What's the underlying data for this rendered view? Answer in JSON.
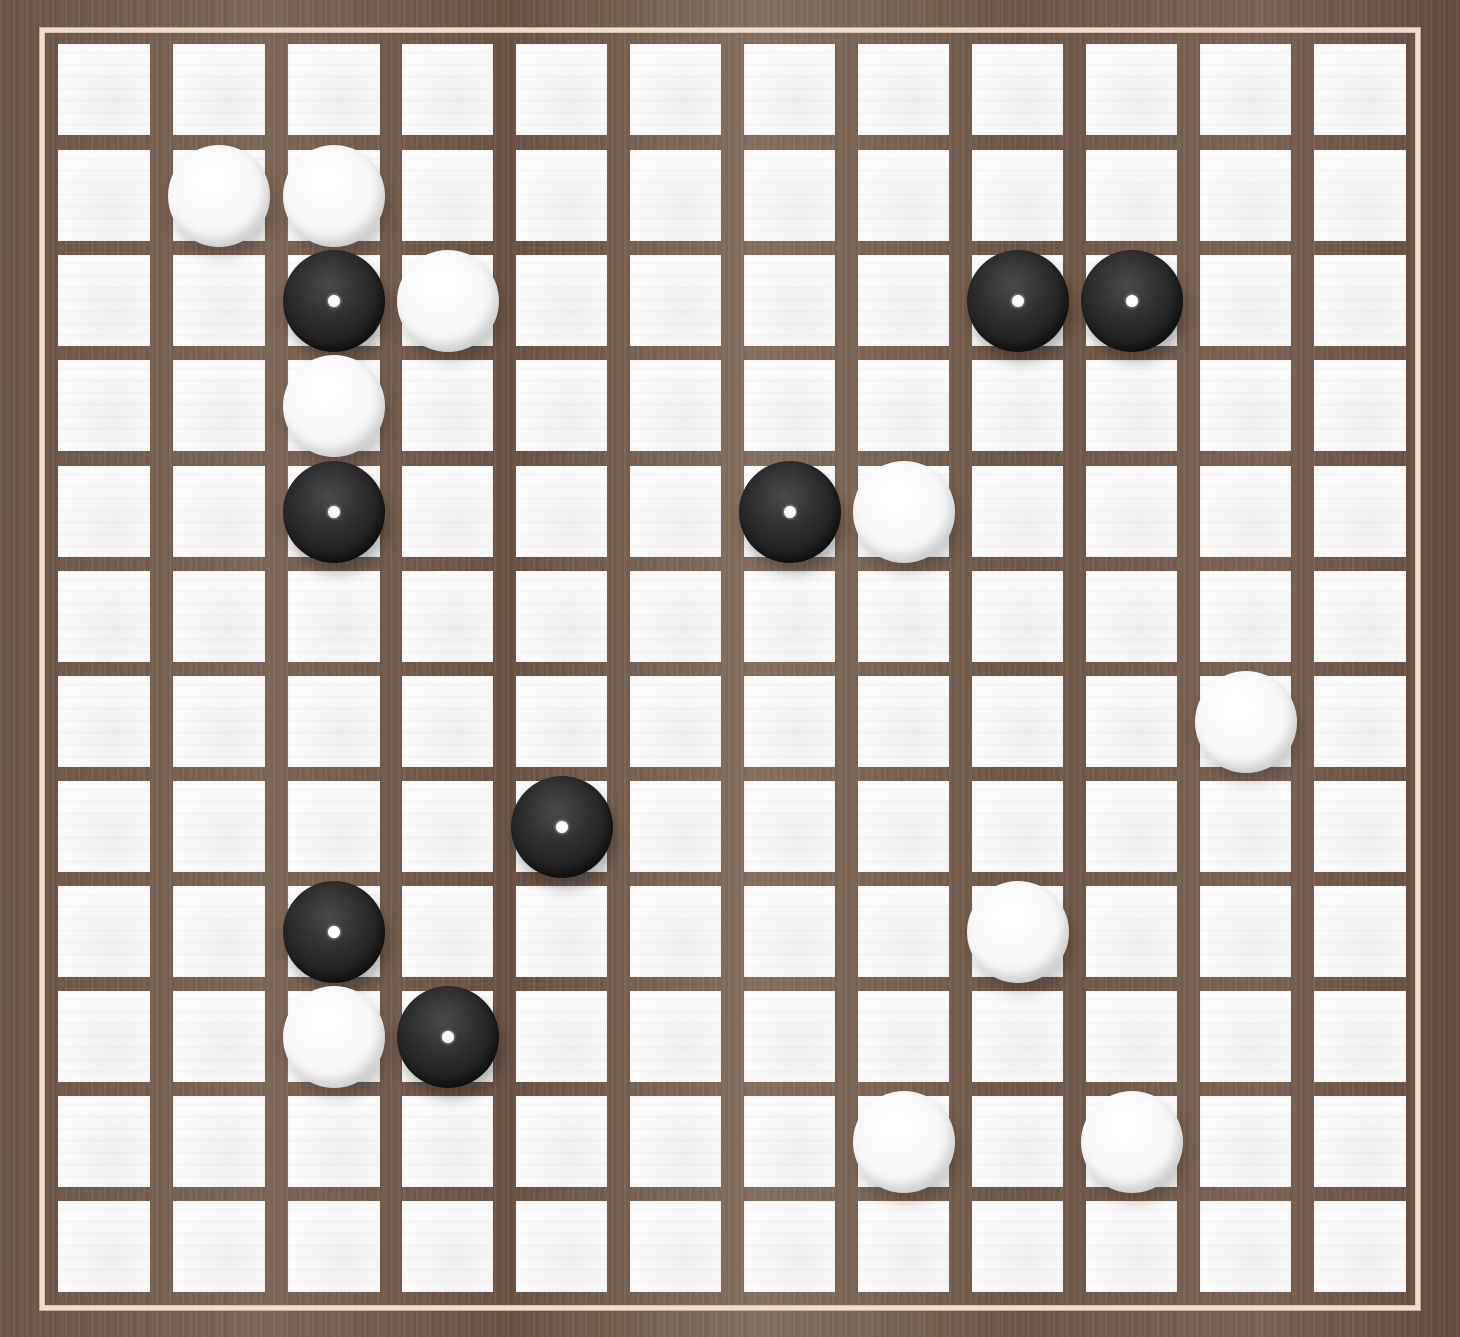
{
  "board": {
    "rows": 12,
    "cols": 12,
    "colors": {
      "wood": "#6b5545",
      "frame": "#f0ddcc",
      "cell": "#fafafa",
      "black_stone": "#2b2b2b",
      "white_stone": "#f7f7f7",
      "marker": "#ffffff"
    },
    "stones": [
      {
        "row": 1,
        "col": 1,
        "color": "white"
      },
      {
        "row": 1,
        "col": 2,
        "color": "white"
      },
      {
        "row": 2,
        "col": 2,
        "color": "black",
        "marked": true
      },
      {
        "row": 2,
        "col": 3,
        "color": "white"
      },
      {
        "row": 2,
        "col": 8,
        "color": "black",
        "marked": true
      },
      {
        "row": 2,
        "col": 9,
        "color": "black",
        "marked": true
      },
      {
        "row": 3,
        "col": 2,
        "color": "white"
      },
      {
        "row": 4,
        "col": 2,
        "color": "black",
        "marked": true
      },
      {
        "row": 4,
        "col": 6,
        "color": "black",
        "marked": true
      },
      {
        "row": 4,
        "col": 7,
        "color": "white"
      },
      {
        "row": 6,
        "col": 10,
        "color": "white"
      },
      {
        "row": 7,
        "col": 4,
        "color": "black",
        "marked": true
      },
      {
        "row": 8,
        "col": 2,
        "color": "black",
        "marked": true
      },
      {
        "row": 8,
        "col": 8,
        "color": "white"
      },
      {
        "row": 9,
        "col": 2,
        "color": "white"
      },
      {
        "row": 9,
        "col": 3,
        "color": "black",
        "marked": true
      },
      {
        "row": 10,
        "col": 7,
        "color": "white"
      },
      {
        "row": 10,
        "col": 9,
        "color": "white"
      }
    ]
  }
}
